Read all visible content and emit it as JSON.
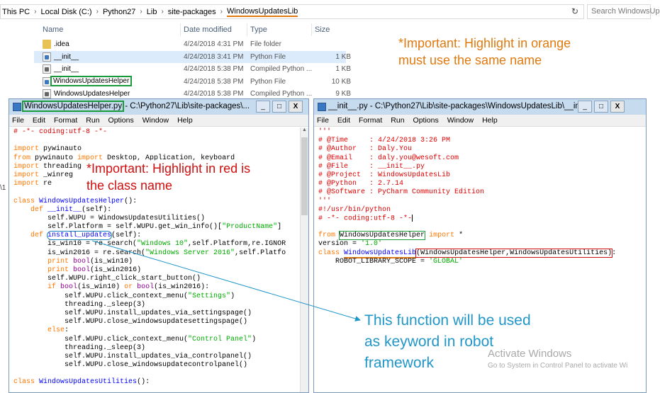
{
  "explorer": {
    "breadcrumb": [
      "This PC",
      "Local Disk (C:)",
      "Python27",
      "Lib",
      "site-packages",
      "WindowsUpdatesLib"
    ],
    "search_placeholder": "Search WindowsUp",
    "columns": [
      "Name",
      "Date modified",
      "Type",
      "Size"
    ],
    "rows": [
      {
        "name": ".idea",
        "date": "4/24/2018 4:31 PM",
        "type": "File folder",
        "size": "",
        "icon": "folder-icon"
      },
      {
        "name": "__init__",
        "date": "4/24/2018 3:41 PM",
        "type": "Python File",
        "size": "1 KB",
        "icon": "python-file-icon"
      },
      {
        "name": "__init__",
        "date": "4/24/2018 5:38 PM",
        "type": "Compiled Python ...",
        "size": "1 KB",
        "icon": "compiled-python-icon"
      },
      {
        "name": "WindowsUpdatesHelper",
        "date": "4/24/2018 5:38 PM",
        "type": "Python File",
        "size": "10 KB",
        "icon": "python-file-icon"
      },
      {
        "name": "WindowsUpdatesHelper",
        "date": "4/24/2018 5:38 PM",
        "type": "Compiled Python ...",
        "size": "9 KB",
        "icon": "compiled-python-icon"
      }
    ],
    "left_fragments": [
      "\\1",
      "\\1"
    ]
  },
  "annotations": {
    "orange": [
      "*Important:  Highlight  in  orange",
      "must use the same name"
    ],
    "red": [
      "*Important:  Highlight  in  red  is",
      "the class name"
    ],
    "blue": [
      "This function will be used",
      "as keyword in robot",
      "framework"
    ]
  },
  "watermark": {
    "title": "Activate Windows",
    "subtitle": "Go to System in Control Panel to activate Wi"
  },
  "left_window": {
    "title_file": "WindowsUpdatesHelper.py",
    "title_path": " - C:\\Python27\\Lib\\site-packages\\...",
    "menu": [
      "File",
      "Edit",
      "Format",
      "Run",
      "Options",
      "Window",
      "Help"
    ],
    "code": [
      "# -*- coding:utf-8 -*-",
      "",
      "import pywinauto",
      "from pywinauto import Desktop, Application, keyboard",
      "import threading",
      "import _winreg",
      "import re",
      "",
      "class WindowsUpdatesHelper():",
      "    def __init__(self):",
      "        self.WUPU = WindowsUpdatesUtilities()",
      "        self.Platform = self.WUPU.get_win_info()[\"ProductName\"]",
      "    def install_updates(self):",
      "        is_win10 = re.search(\"Windows 10\",self.Platform,re.IGNOR",
      "        is_win2016 = re.search(\"Windows Server 2016\",self.Platfo",
      "        print bool(is_win10)",
      "        print bool(is_win2016)",
      "        self.WUPU.right_click_start_button()",
      "        if bool(is_win10) or bool(is_win2016):",
      "            self.WUPU.click_context_menu(\"Settings\")",
      "            threading._sleep(3)",
      "            self.WUPU.install_updates_via_settingspage()",
      "            self.WUPU.close_windowsupdatesettingspage()",
      "        else:",
      "            self.WUPU.click_context_menu(\"Control Panel\")",
      "            threading._sleep(3)",
      "            self.WUPU.install_updates_via_controlpanel()",
      "            self.WUPU.close_windowsupdatecontrolpanel()",
      "",
      "class WindowsUpdatesUtilities():"
    ]
  },
  "right_window": {
    "title": "__init__.py - C:\\Python27\\Lib\\site-packages\\WindowsUpdatesLib\\__ini...",
    "menu": [
      "File",
      "Edit",
      "Format",
      "Run",
      "Options",
      "Window",
      "Help"
    ],
    "code": [
      "'''",
      "# @Time     : 4/24/2018 3:26 PM",
      "# @Author   : Daly.You",
      "# @Email    : daly.you@wesoft.com",
      "# @File     : __init__.py",
      "# @Project  : WindowsUpdatesLib",
      "# @Python   : 2.7.14",
      "# @Software : PyCharm Community Edition",
      "'''",
      "#!/usr/bin/python",
      "# -*- coding:utf-8 -*-",
      "",
      "from WindowsUpdatesHelper import *",
      "version = '1.0'",
      "class WindowsUpdatesLib(WindowsUpdatesHelper,WindowsUpdatesUtilities):",
      "    ROBOT_LIBRARY_SCOPE = 'GLOBAL'"
    ]
  },
  "window_buttons": {
    "minimize": "_",
    "maximize": "□",
    "close": "X"
  },
  "colors": {
    "orange": "#e07a10",
    "red": "#d01010",
    "green": "#1a9a3a",
    "blue": "#2196c9"
  }
}
